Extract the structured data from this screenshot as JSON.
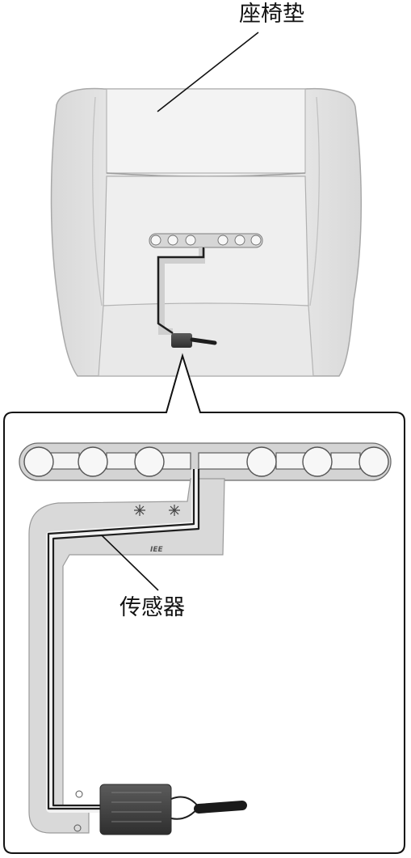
{
  "labels": {
    "seat_cushion": "座椅垫",
    "sensor": "传感器"
  },
  "detail_markings": {
    "brand": "IEE"
  },
  "colors": {
    "seat_fill": "#ececec",
    "seat_outline": "#9a9a9a",
    "sensor_strip": "#d4d4d4",
    "sensor_cell": "#f6f6f6",
    "wire": "#1e1e1e",
    "connector": "#4a4a4a",
    "leader_line": "#111111"
  }
}
